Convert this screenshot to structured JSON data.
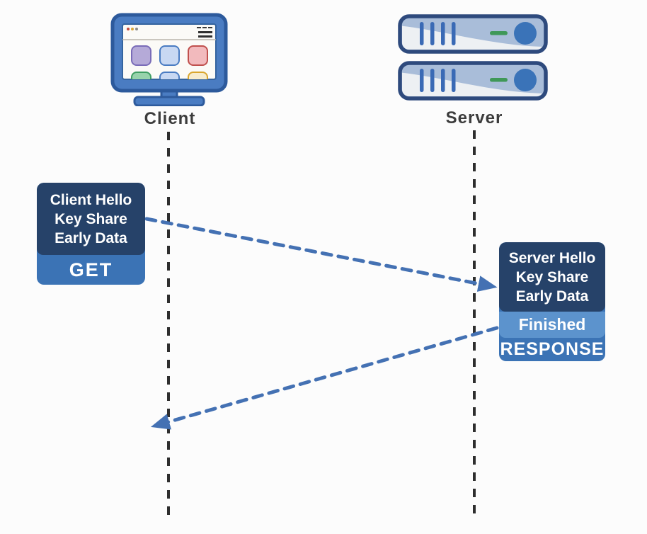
{
  "actors": {
    "client": {
      "label": "Client",
      "icon": "monitor"
    },
    "server": {
      "label": "Server",
      "icon": "server-rack"
    }
  },
  "messages": {
    "request": {
      "lines": [
        "Client Hello",
        "Key Share",
        "Early Data"
      ],
      "badge": "GET",
      "direction": "client-to-server"
    },
    "response": {
      "lines": [
        "Server Hello",
        "Key Share",
        "Early Data"
      ],
      "status": "Finished",
      "badge": "RESPONSE",
      "direction": "server-to-client"
    }
  },
  "colors": {
    "page_bg": "#fcfcfc",
    "box_dark": "#264269",
    "badge_blue": "#3b73b5",
    "finished_blue": "#5c93cd",
    "arrow_blue": "#4471b3",
    "lifeline_dark": "#2e2e2e",
    "label_text": "#3c3c3c",
    "monitor_frame": "#4a7cc2",
    "monitor_frame_border": "#2d5a9c",
    "server_border": "#2e4a7d",
    "server_fill": "#a9bdd9",
    "server_slat": "#3a6ab5",
    "server_led_green": "#3f9858",
    "server_button_blue": "#3a73b8"
  }
}
